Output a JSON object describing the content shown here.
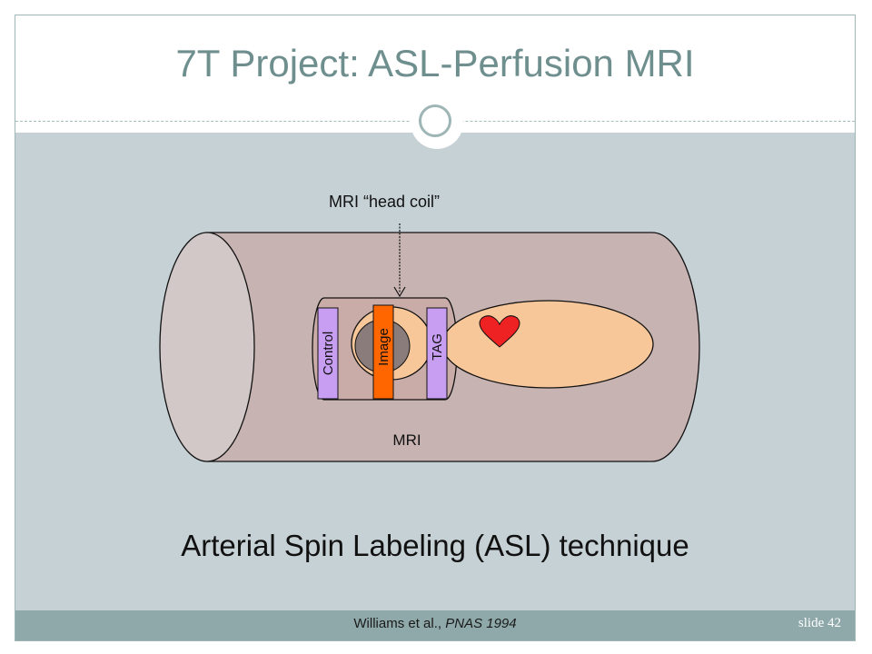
{
  "slide": {
    "title": "7T Project: ASL-Perfusion MRI",
    "caption": "Arterial Spin Labeling (ASL) technique",
    "citation_authors": "Williams et al., ",
    "citation_journal": "PNAS 1994",
    "slide_number": "slide 42"
  },
  "diagram": {
    "coil_label": "MRI “head coil”",
    "scanner_label": "MRI",
    "slab_control": "Control",
    "slab_image": "Image",
    "slab_tag": "TAG"
  },
  "colors": {
    "title": "#6f8f8f",
    "content_bg": "#c6d1d6",
    "footer_bg": "#8fa9aa",
    "scanner_body": "#c7b3b1",
    "scanner_end": "#d2c8c8",
    "body_skin": "#f7c79a",
    "slab_purple": "#c89ef2",
    "slab_orange": "#ff6600",
    "heart": "#ee2222"
  }
}
